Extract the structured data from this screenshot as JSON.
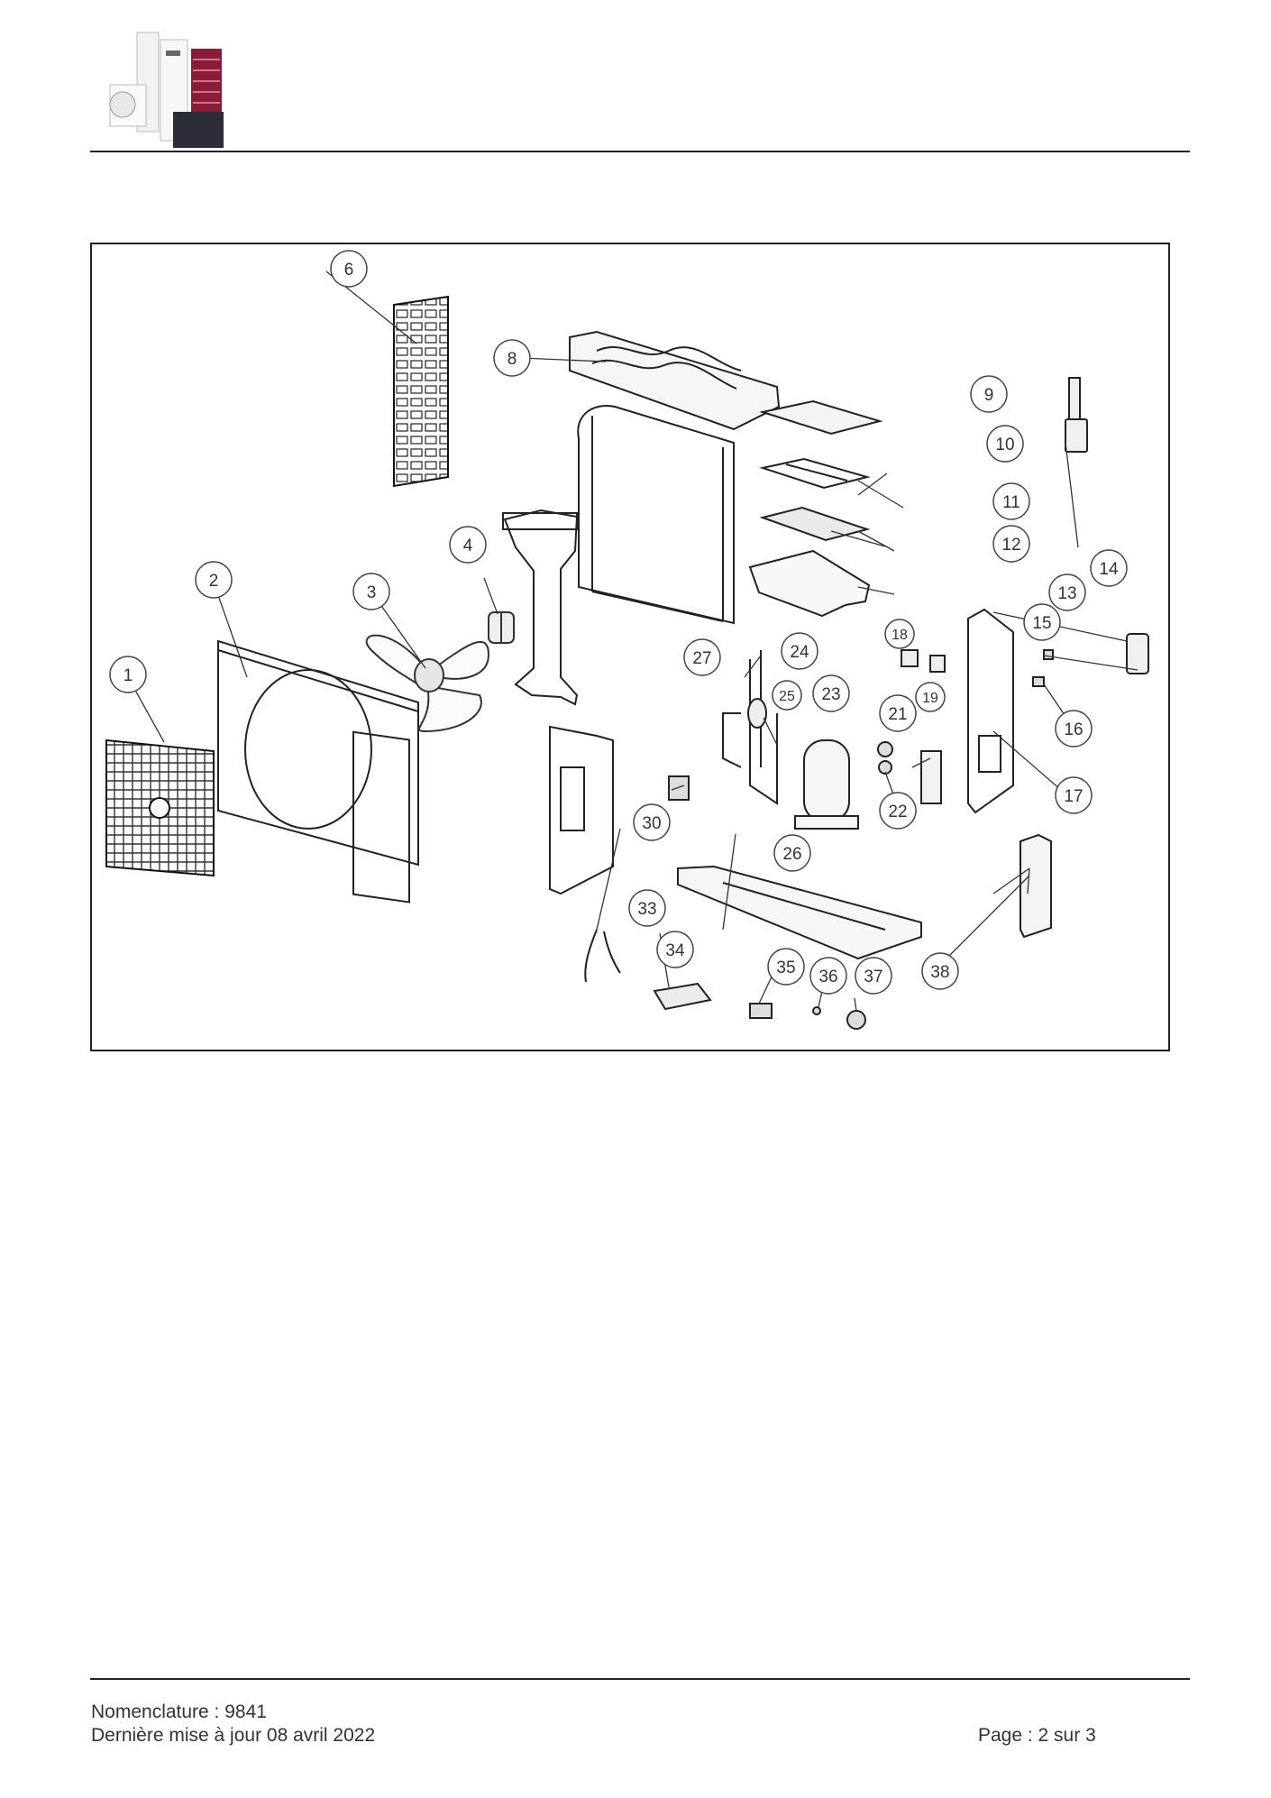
{
  "footer": {
    "nomenclature": "Nomenclature : 9841",
    "updated": "Dernière mise à jour 08 avril 2022",
    "page": "Page : 2 sur 3"
  },
  "callouts": {
    "c1": "1",
    "c2": "2",
    "c3": "3",
    "c4": "4",
    "c6": "6",
    "c8": "8",
    "c9": "9",
    "c10": "10",
    "c11": "11",
    "c12": "12",
    "c13": "13",
    "c14": "14",
    "c15": "15",
    "c16": "16",
    "c17": "17",
    "c18": "18",
    "c19": "19",
    "c21": "21",
    "c22": "22",
    "c23": "23",
    "c24": "24",
    "c25": "25",
    "c26": "26",
    "c27": "27",
    "c30": "30",
    "c33": "33",
    "c34": "34",
    "c35": "35",
    "c36": "36",
    "c37": "37",
    "c38": "38"
  },
  "colors": {
    "accent": "#8a1c3a",
    "line": "#222222"
  }
}
